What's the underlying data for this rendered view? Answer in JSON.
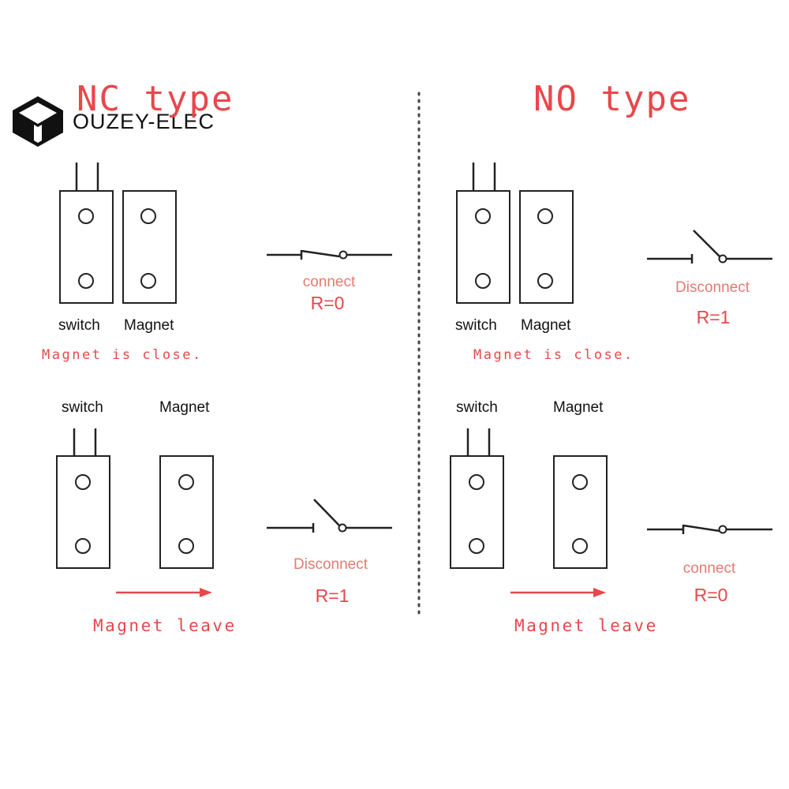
{
  "brand": {
    "name": "OUZEY-ELEC",
    "logo_icon": "ouzey-cube-logo-icon"
  },
  "colors": {
    "red": "#e8474b",
    "soft_red": "#e47a72",
    "line": "#222222",
    "ink": "#111111"
  },
  "nc": {
    "title": "NC type",
    "top": {
      "switch_label": "switch",
      "magnet_label": "Magnet",
      "state": "connect",
      "resistance": "R=0",
      "caption": "Magnet is close."
    },
    "bottom": {
      "switch_label": "switch",
      "magnet_label": "Magnet",
      "state": "Disconnect",
      "resistance": "R=1",
      "caption": "Magnet leave"
    }
  },
  "no": {
    "title": "NO type",
    "top": {
      "switch_label": "switch",
      "magnet_label": "Magnet",
      "state": "Disconnect",
      "resistance": "R=1",
      "caption": "Magnet is close."
    },
    "bottom": {
      "switch_label": "switch",
      "magnet_label": "Magnet",
      "state": "connect",
      "resistance": "R=0",
      "caption": "Magnet leave"
    }
  }
}
